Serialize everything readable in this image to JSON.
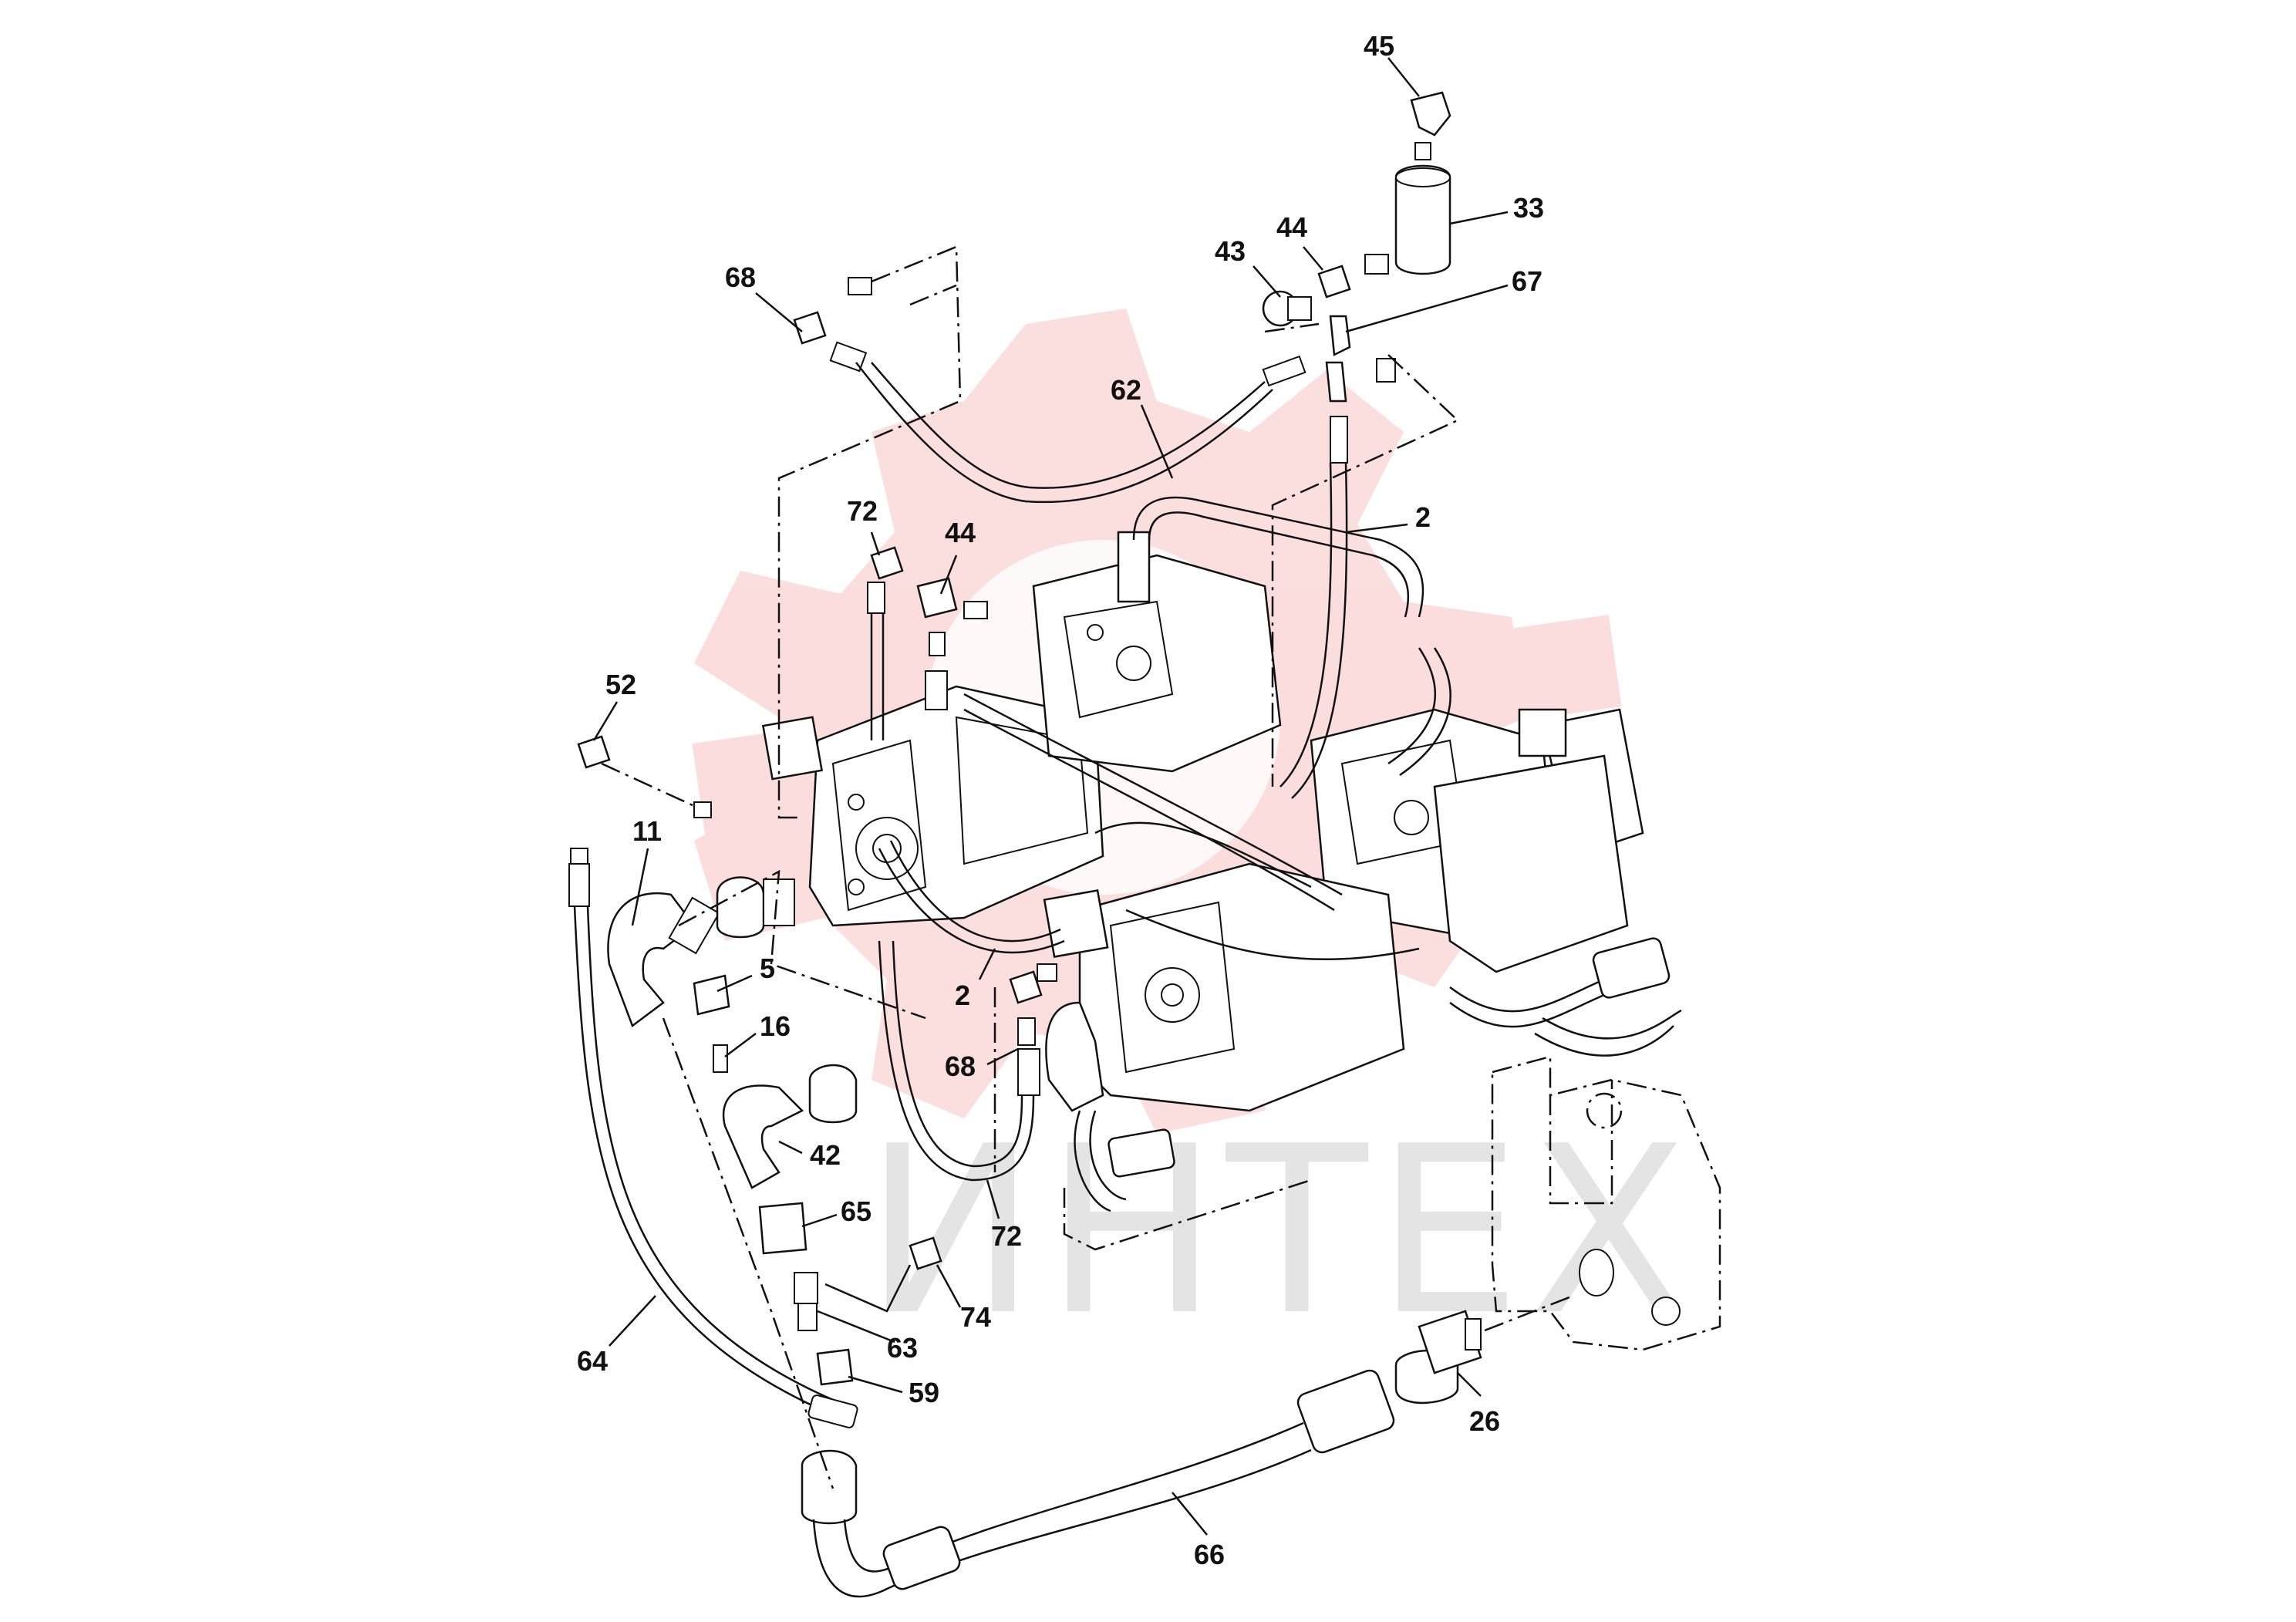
{
  "watermark": {
    "text": "ИНТЕХ",
    "gear_color": "#f4b5b5",
    "text_color": "#cfcfcf"
  },
  "callouts": [
    {
      "id": "c45",
      "label": "45"
    },
    {
      "id": "c33",
      "label": "33"
    },
    {
      "id": "c44a",
      "label": "44"
    },
    {
      "id": "c43",
      "label": "43"
    },
    {
      "id": "c67",
      "label": "67"
    },
    {
      "id": "c68a",
      "label": "68"
    },
    {
      "id": "c62",
      "label": "62"
    },
    {
      "id": "c2a",
      "label": "2"
    },
    {
      "id": "c72a",
      "label": "72"
    },
    {
      "id": "c44b",
      "label": "44"
    },
    {
      "id": "c52",
      "label": "52"
    },
    {
      "id": "c11",
      "label": "11"
    },
    {
      "id": "c5",
      "label": "5"
    },
    {
      "id": "c16",
      "label": "16"
    },
    {
      "id": "c2b",
      "label": "2"
    },
    {
      "id": "c68b",
      "label": "68"
    },
    {
      "id": "c42",
      "label": "42"
    },
    {
      "id": "c65",
      "label": "65"
    },
    {
      "id": "c72b",
      "label": "72"
    },
    {
      "id": "c74",
      "label": "74"
    },
    {
      "id": "c63",
      "label": "63"
    },
    {
      "id": "c64",
      "label": "64"
    },
    {
      "id": "c59",
      "label": "59"
    },
    {
      "id": "c26",
      "label": "26"
    },
    {
      "id": "c66",
      "label": "66"
    }
  ]
}
